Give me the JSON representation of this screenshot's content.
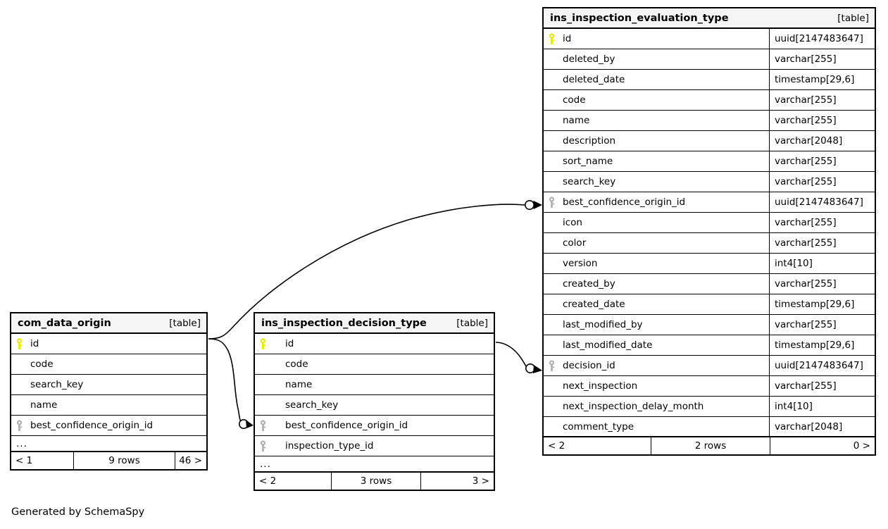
{
  "diagram": {
    "caption": "Generated by SchemaSpy",
    "table_tag": "[table]",
    "ellipsis": "...",
    "pk_key_color": "#e8e800",
    "fk_key_color": "#b0b0b0",
    "header_bg": "#f5f5f5",
    "border_color": "#000000"
  },
  "tables": {
    "evaluation": {
      "name": "ins_inspection_evaluation_type",
      "tag": "[table]",
      "columns": [
        {
          "name": "id",
          "type": "uuid[2147483647]",
          "key": "primary"
        },
        {
          "name": "deleted_by",
          "type": "varchar[255]",
          "key": "none"
        },
        {
          "name": "deleted_date",
          "type": "timestamp[29,6]",
          "key": "none"
        },
        {
          "name": "code",
          "type": "varchar[255]",
          "key": "none"
        },
        {
          "name": "name",
          "type": "varchar[255]",
          "key": "none"
        },
        {
          "name": "description",
          "type": "varchar[2048]",
          "key": "none"
        },
        {
          "name": "sort_name",
          "type": "varchar[255]",
          "key": "none"
        },
        {
          "name": "search_key",
          "type": "varchar[255]",
          "key": "none"
        },
        {
          "name": "best_confidence_origin_id",
          "type": "uuid[2147483647]",
          "key": "foreign"
        },
        {
          "name": "icon",
          "type": "varchar[255]",
          "key": "none"
        },
        {
          "name": "color",
          "type": "varchar[255]",
          "key": "none"
        },
        {
          "name": "version",
          "type": "int4[10]",
          "key": "none"
        },
        {
          "name": "created_by",
          "type": "varchar[255]",
          "key": "none"
        },
        {
          "name": "created_date",
          "type": "timestamp[29,6]",
          "key": "none"
        },
        {
          "name": "last_modified_by",
          "type": "varchar[255]",
          "key": "none"
        },
        {
          "name": "last_modified_date",
          "type": "timestamp[29,6]",
          "key": "none"
        },
        {
          "name": "decision_id",
          "type": "uuid[2147483647]",
          "key": "foreign"
        },
        {
          "name": "next_inspection",
          "type": "varchar[255]",
          "key": "none"
        },
        {
          "name": "next_inspection_delay_month",
          "type": "int4[10]",
          "key": "none"
        },
        {
          "name": "comment_type",
          "type": "varchar[2048]",
          "key": "none"
        }
      ],
      "has_ellipsis": false,
      "footer": {
        "left": "< 2",
        "middle": "2 rows",
        "right": "0 >"
      }
    },
    "origin": {
      "name": "com_data_origin",
      "tag": "[table]",
      "columns": [
        {
          "name": "id",
          "type": "",
          "key": "primary"
        },
        {
          "name": "code",
          "type": "",
          "key": "none"
        },
        {
          "name": "search_key",
          "type": "",
          "key": "none"
        },
        {
          "name": "name",
          "type": "",
          "key": "none"
        },
        {
          "name": "best_confidence_origin_id",
          "type": "",
          "key": "foreign"
        }
      ],
      "has_ellipsis": true,
      "footer": {
        "left": "< 1",
        "middle": "9 rows",
        "right": "46 >"
      }
    },
    "decision": {
      "name": "ins_inspection_decision_type",
      "tag": "[table]",
      "columns": [
        {
          "name": "id",
          "type": "",
          "key": "primary"
        },
        {
          "name": "code",
          "type": "",
          "key": "none"
        },
        {
          "name": "name",
          "type": "",
          "key": "none"
        },
        {
          "name": "search_key",
          "type": "",
          "key": "none"
        },
        {
          "name": "best_confidence_origin_id",
          "type": "",
          "key": "foreign"
        },
        {
          "name": "inspection_type_id",
          "type": "",
          "key": "none"
        }
      ],
      "has_ellipsis": true,
      "footer": {
        "left": "< 2",
        "middle": "3 rows",
        "right": "3 >"
      }
    }
  },
  "relationships": [
    {
      "from_table": "com_data_origin",
      "from_column": "id",
      "to_table": "ins_inspection_evaluation_type",
      "to_column": "best_confidence_origin_id"
    },
    {
      "from_table": "com_data_origin",
      "from_column": "id",
      "to_table": "ins_inspection_decision_type",
      "to_column": "best_confidence_origin_id"
    },
    {
      "from_table": "ins_inspection_decision_type",
      "from_column": "id",
      "to_table": "ins_inspection_evaluation_type",
      "to_column": "decision_id"
    }
  ]
}
